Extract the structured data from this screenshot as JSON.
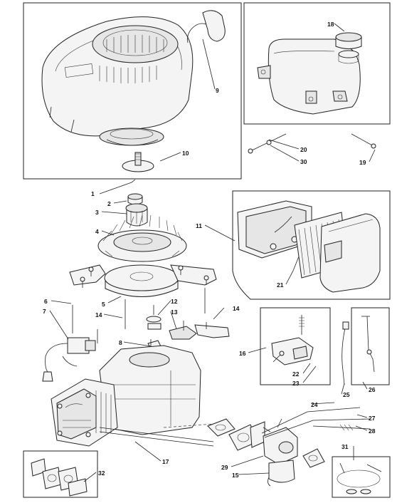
{
  "callouts": [
    {
      "id": "c1",
      "text": "1"
    },
    {
      "id": "c2",
      "text": "2"
    },
    {
      "id": "c3",
      "text": "3"
    },
    {
      "id": "c4",
      "text": "4"
    },
    {
      "id": "c5",
      "text": "5"
    },
    {
      "id": "c6",
      "text": "6"
    },
    {
      "id": "c7",
      "text": "7"
    },
    {
      "id": "c8",
      "text": "8"
    },
    {
      "id": "c9",
      "text": "9"
    },
    {
      "id": "c10",
      "text": "10"
    },
    {
      "id": "c11",
      "text": "11"
    },
    {
      "id": "c12",
      "text": "12"
    },
    {
      "id": "c13",
      "text": "13"
    },
    {
      "id": "c14a",
      "text": "14"
    },
    {
      "id": "c14b",
      "text": "14"
    },
    {
      "id": "c15",
      "text": "15"
    },
    {
      "id": "c16",
      "text": "16"
    },
    {
      "id": "c17",
      "text": "17"
    },
    {
      "id": "c18",
      "text": "18"
    },
    {
      "id": "c19",
      "text": "19"
    },
    {
      "id": "c20",
      "text": "20"
    },
    {
      "id": "c21",
      "text": "21"
    },
    {
      "id": "c22",
      "text": "22"
    },
    {
      "id": "c23",
      "text": "23"
    },
    {
      "id": "c24",
      "text": "24"
    },
    {
      "id": "c25",
      "text": "25"
    },
    {
      "id": "c26",
      "text": "26"
    },
    {
      "id": "c27",
      "text": "27"
    },
    {
      "id": "c28",
      "text": "28"
    },
    {
      "id": "c29",
      "text": "29"
    },
    {
      "id": "c30",
      "text": "30"
    },
    {
      "id": "c31",
      "text": "31"
    },
    {
      "id": "c32",
      "text": "32"
    }
  ]
}
